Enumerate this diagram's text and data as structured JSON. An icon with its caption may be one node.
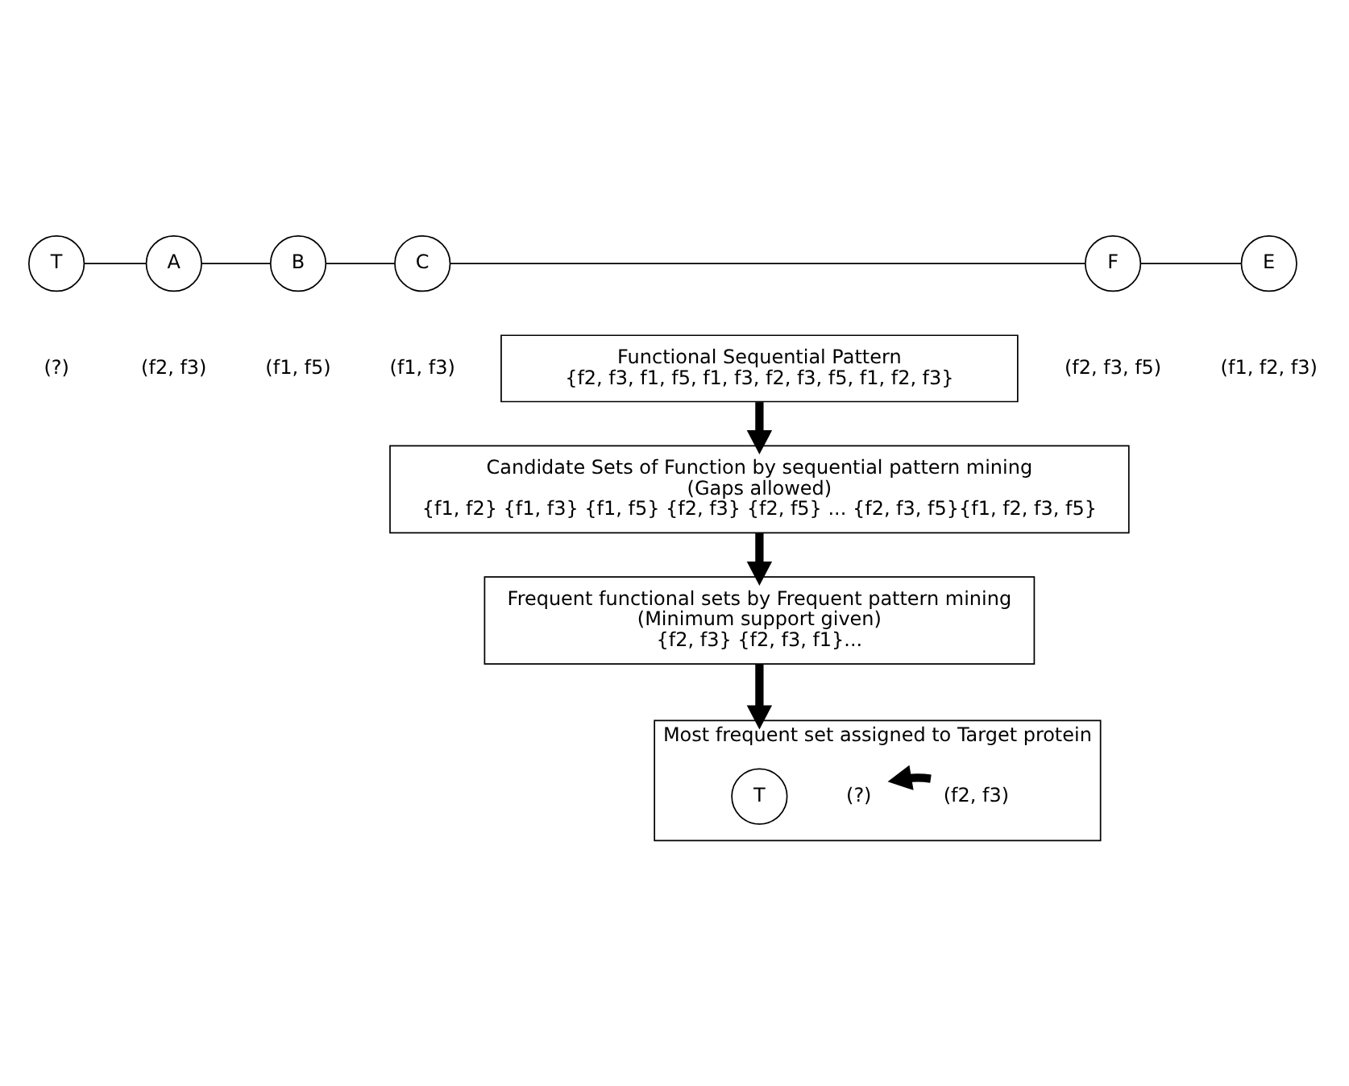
{
  "diagram": {
    "nodes": [
      {
        "text": [
          "T"
        ],
        "beside": [
          "(?)"
        ]
      },
      {
        "text": [
          "A"
        ],
        "beside": [
          "(f2, f3)"
        ]
      },
      {
        "text": [
          "B"
        ],
        "beside": [
          "(f1, f5)"
        ]
      },
      {
        "text": [
          "C"
        ],
        "beside": [
          "(f1, f3)"
        ]
      },
      {
        "text": [
          "F"
        ],
        "beside": [
          "(f2, f3, f5)"
        ]
      },
      {
        "text": [
          "E"
        ],
        "beside": [
          "(f1, f2, f3)"
        ]
      },
      {
        "text": [
          "Functional Sequential Pattern",
          "{f2, f3, f1, f5, f1, f3, f2, f3, f5, f1, f2, f3}"
        ]
      },
      {
        "text": [
          "Candidate Sets of Function by sequential pattern mining",
          "(Gaps allowed)",
          "{f1, f2} {f1, f3} {f1, f5} {f2, f3} {f2, f5} ... {f2, f3, f5}{f1, f2, f3, f5}"
        ]
      },
      {
        "text": [
          "Frequent functional sets by Frequent pattern mining",
          "(Minimum support given)",
          "{f2, f3} {f2, f3, f1}..."
        ]
      },
      {
        "text": [
          "Most frequent set assigned to Target protein"
        ]
      },
      {
        "text": [
          "T"
        ],
        "in": 9
      },
      {
        "text": [
          "(?)"
        ],
        "in": 9
      },
      {
        "text": [
          "(f2, f3)"
        ],
        "in": 9
      }
    ],
    "edges": [
      {
        "from": 0,
        "to": 1,
        "arrow": "none"
      },
      {
        "from": 1,
        "to": 2,
        "arrow": "none"
      },
      {
        "from": 2,
        "to": 3,
        "arrow": "none"
      },
      {
        "from": 3,
        "to": 4,
        "arrow": "none"
      },
      {
        "from": 4,
        "to": 5,
        "arrow": "none"
      },
      {
        "from": 6,
        "to": 7,
        "arrow": "to",
        "style": "thick"
      },
      {
        "from": 7,
        "to": 8,
        "arrow": "to",
        "style": "thick"
      },
      {
        "from": 8,
        "to": 9,
        "arrow": "to",
        "style": "thick"
      },
      {
        "from": 12,
        "to": 11,
        "arrow": "to",
        "style": "thick"
      }
    ]
  }
}
